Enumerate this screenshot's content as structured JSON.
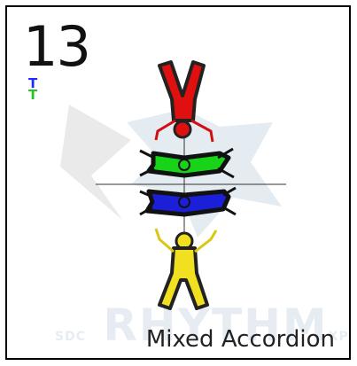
{
  "slot_number": "13",
  "formation_name": "Mixed Accordion",
  "watermark": {
    "prefix": "SDC",
    "brand": "RHYTHM",
    "suffix": "XP"
  },
  "markers": [
    {
      "glyph": "T",
      "color": "#1a2cff",
      "name": "blue-marker"
    },
    {
      "glyph": "T",
      "color": "#27c427",
      "name": "green-marker"
    }
  ],
  "jumpers": [
    {
      "name": "red-jumper",
      "color": "#e01010"
    },
    {
      "name": "green-jumper",
      "color": "#18d418"
    },
    {
      "name": "blue-jumper",
      "color": "#1b20d8"
    },
    {
      "name": "yellow-jumper",
      "color": "#f0e020"
    }
  ]
}
